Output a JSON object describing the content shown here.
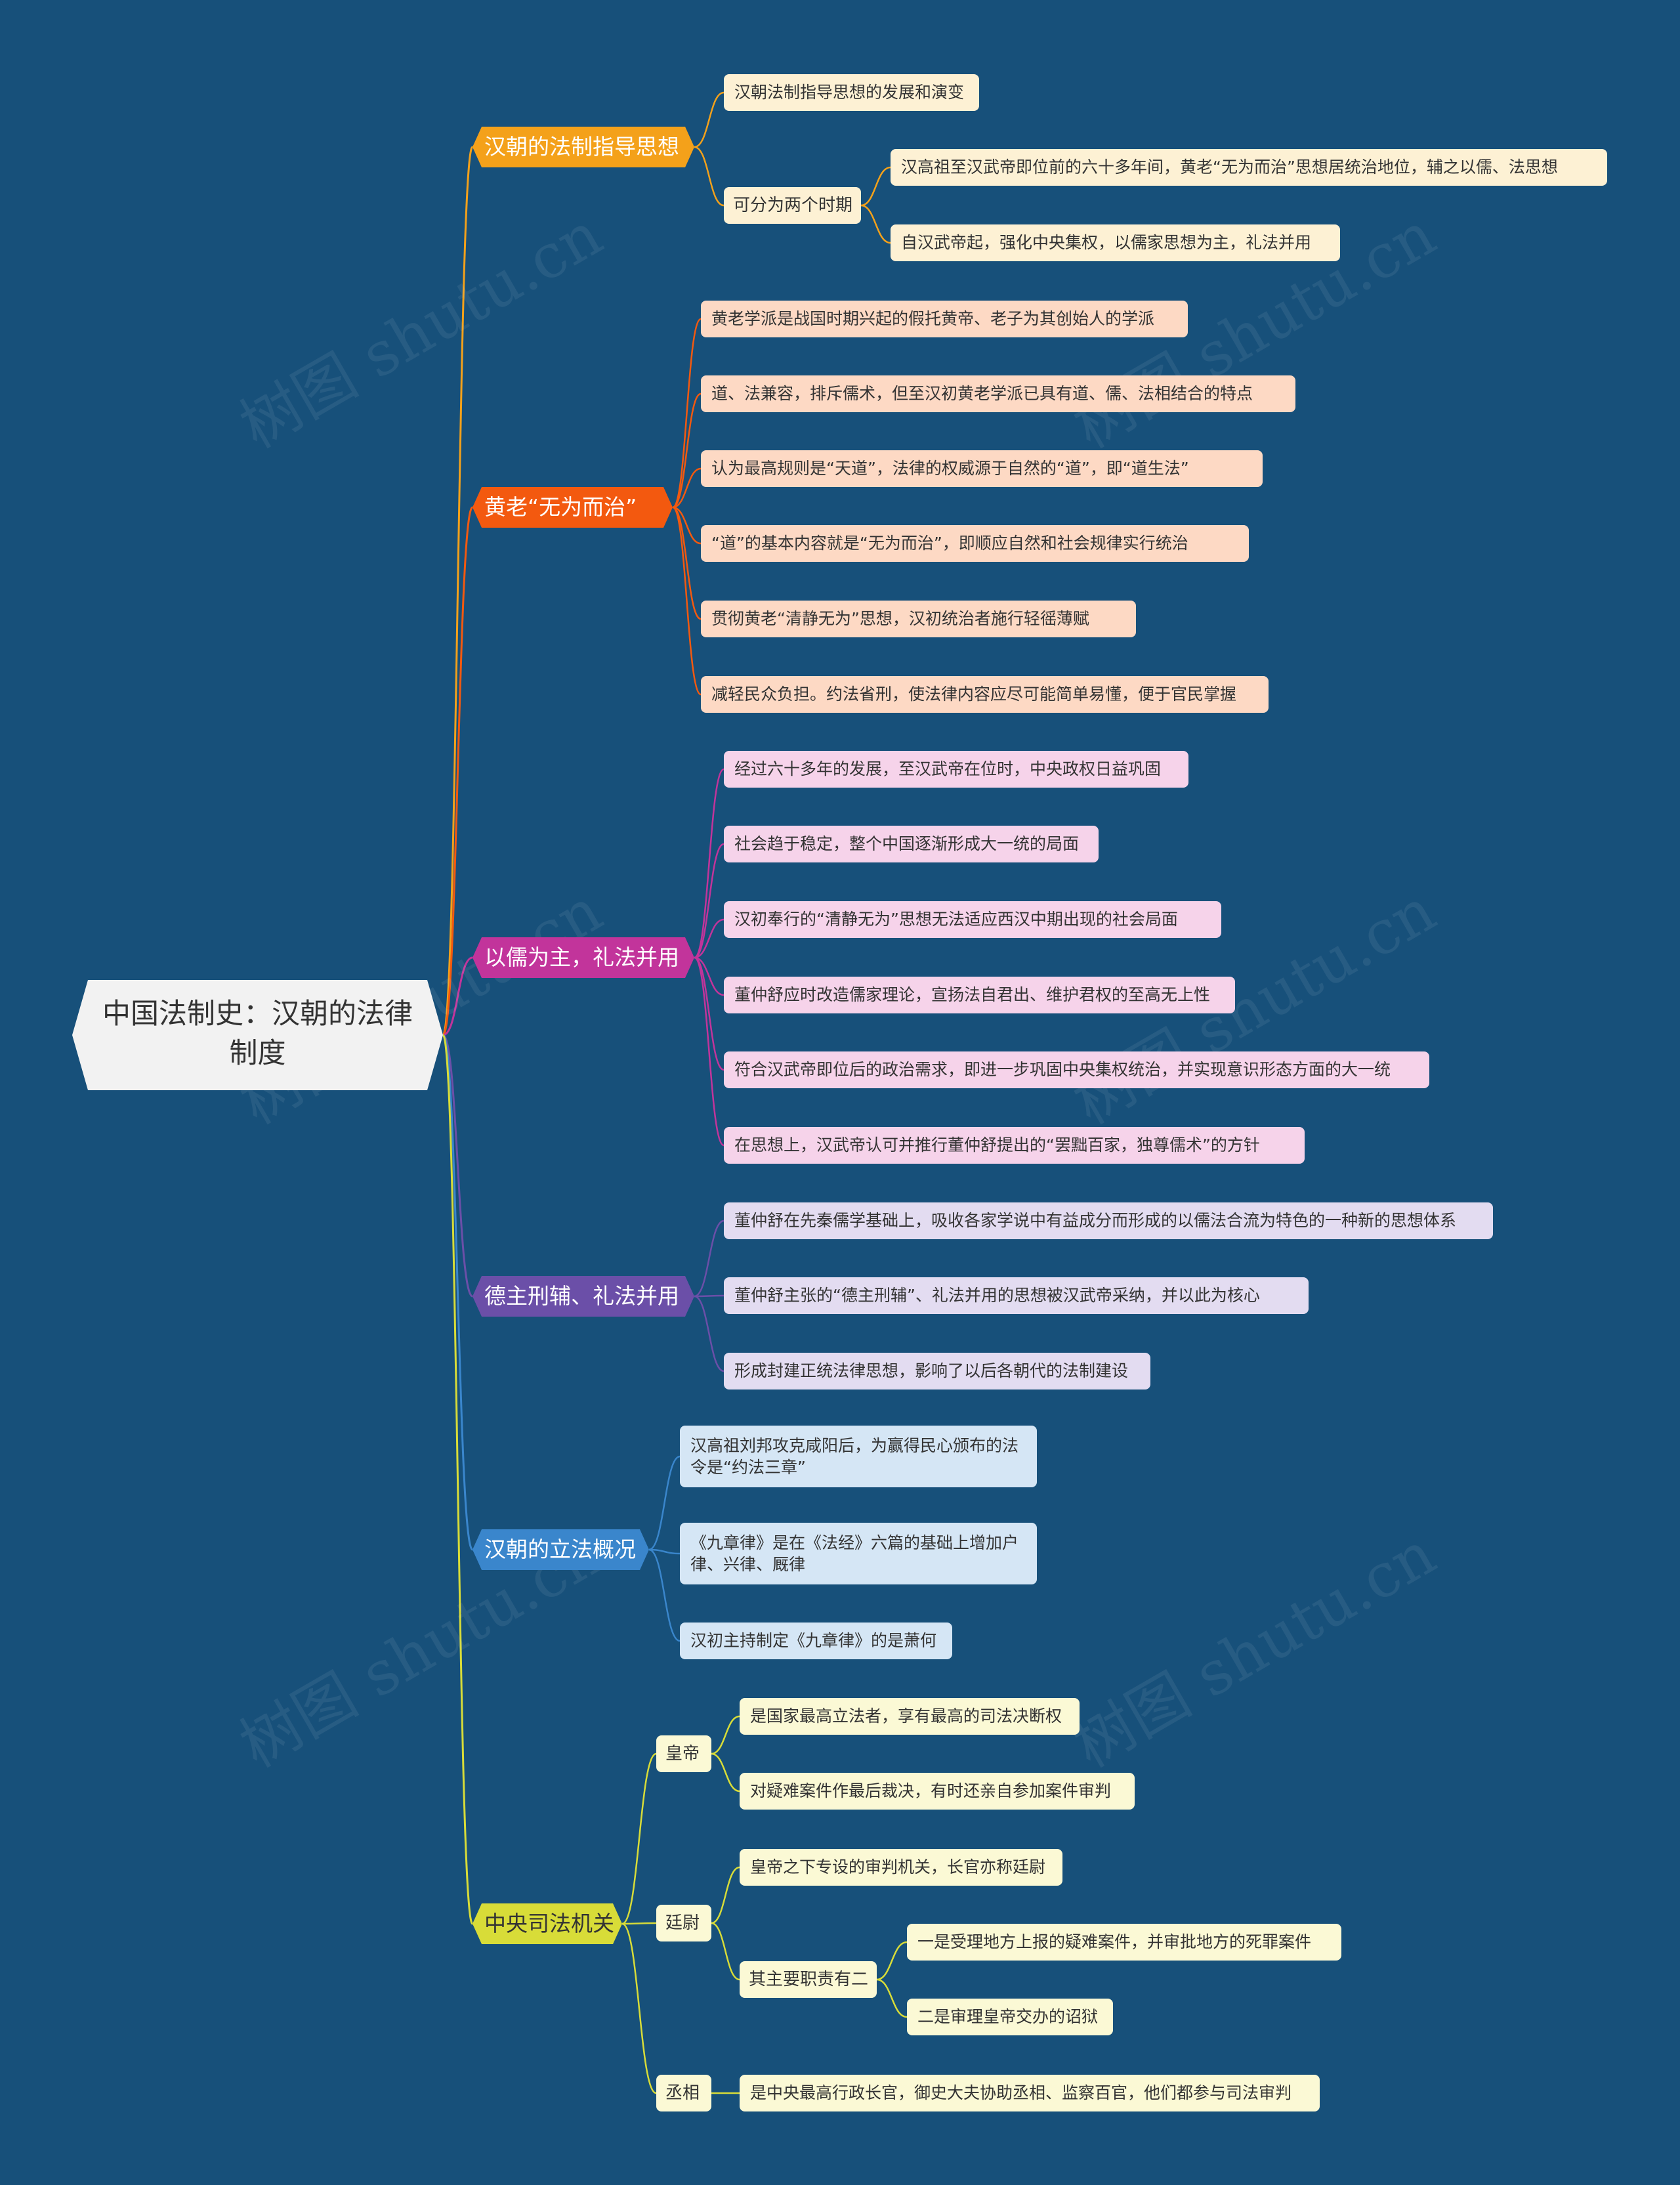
{
  "root": "中国法制史：汉朝的法律制度",
  "watermark": "树图 shutu.cn",
  "colors": {
    "background": "#17507a",
    "b1": "#f4a11a",
    "b2": "#f3590f",
    "b3": "#c2349b",
    "b4": "#6b4fa8",
    "b5": "#3a86cc",
    "b6": "#d8dc38"
  },
  "b1": {
    "label": "汉朝的法制指导思想",
    "leaf1": "汉朝法制指导思想的发展和演变",
    "sub": "可分为两个时期",
    "sub_leaf1": "汉高祖至汉武帝即位前的六十多年间，黄老“无为而治”思想居统治地位，辅之以儒、法思想",
    "sub_leaf2": "自汉武帝起，强化中央集权，以儒家思想为主，礼法并用"
  },
  "b2": {
    "label": "黄老“无为而治”",
    "items": [
      "黄老学派是战国时期兴起的假托黄帝、老子为其创始人的学派",
      "道、法兼容，排斥儒术，但至汉初黄老学派已具有道、儒、法相结合的特点",
      "认为最高规则是“天道”，法律的权威源于自然的“道”，即“道生法”",
      "“道”的基本内容就是“无为而治”，即顺应自然和社会规律实行统治",
      "贯彻黄老“清静无为”思想，汉初统治者施行轻徭薄赋",
      "减轻民众负担。约法省刑，使法律内容应尽可能简单易懂，便于官民掌握"
    ]
  },
  "b3": {
    "label": "以儒为主，礼法并用",
    "items": [
      "经过六十多年的发展，至汉武帝在位时，中央政权日益巩固",
      "社会趋于稳定，整个中国逐渐形成大一统的局面",
      "汉初奉行的“清静无为”思想无法适应西汉中期出现的社会局面",
      "董仲舒应时改造儒家理论，宣扬法自君出、维护君权的至高无上性",
      "符合汉武帝即位后的政治需求，即进一步巩固中央集权统治，并实现意识形态方面的大一统",
      "在思想上，汉武帝认可并推行董仲舒提出的“罢黜百家，独尊儒术”的方针"
    ]
  },
  "b4": {
    "label": "德主刑辅、礼法并用",
    "items": [
      "董仲舒在先秦儒学基础上，吸收各家学说中有益成分而形成的以儒法合流为特色的一种新的思想体系",
      "董仲舒主张的“德主刑辅”、礼法并用的思想被汉武帝采纳，并以此为核心",
      "形成封建正统法律思想，影响了以后各朝代的法制建设"
    ]
  },
  "b5": {
    "label": "汉朝的立法概况",
    "items": [
      "汉高祖刘邦攻克咸阳后，为赢得民心颁布的法令是“约法三章”",
      "《九章律》是在《法经》六篇的基础上增加户律、兴律、厩律",
      "汉初主持制定《九章律》的是萧何"
    ]
  },
  "b6": {
    "label": "中央司法机关",
    "emperor": {
      "label": "皇帝",
      "items": [
        "是国家最高立法者，享有最高的司法决断权",
        "对疑难案件作最后裁决，有时还亲自参加案件审判"
      ]
    },
    "tingwei": {
      "label": "廷尉",
      "leaf": "皇帝之下专设的审判机关，长官亦称廷尉",
      "duty": "其主要职责有二",
      "duty_items": [
        "一是受理地方上报的疑难案件，并审批地方的死罪案件",
        "二是审理皇帝交办的诏狱"
      ]
    },
    "chengxiang": {
      "label": "丞相",
      "leaf": "是中央最高行政长官，御史大夫协助丞相、监察百官，他们都参与司法审判"
    }
  }
}
